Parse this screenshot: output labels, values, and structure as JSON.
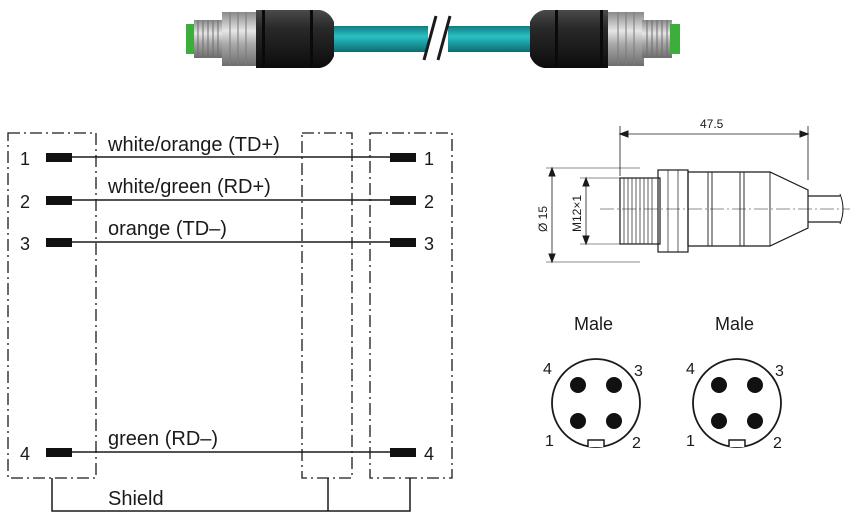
{
  "wiring": {
    "wires": [
      {
        "pin_left": "1",
        "label": "white/orange (TD+)",
        "pin_right": "1"
      },
      {
        "pin_left": "2",
        "label": "white/green (RD+)",
        "pin_right": "2"
      },
      {
        "pin_left": "3",
        "label": "orange (TD–)",
        "pin_right": "3"
      },
      {
        "pin_left": "4",
        "label": "green (RD–)",
        "pin_right": "4"
      }
    ],
    "shield_label": "Shield"
  },
  "dimensions": {
    "length": "47.5",
    "diameter": "Ø 15",
    "thread": "M12×1"
  },
  "connector_faces": [
    {
      "title": "Male",
      "pins": {
        "top_left": "4",
        "top_right": "3",
        "bottom_left": "1",
        "bottom_right": "2"
      }
    },
    {
      "title": "Male",
      "pins": {
        "top_left": "4",
        "top_right": "3",
        "bottom_left": "1",
        "bottom_right": "2"
      }
    }
  ],
  "colors": {
    "cable": "#1aa3a8",
    "cable_dark": "#0e7d82",
    "boot": "#1e1e1e",
    "metal": "#b9b9b9",
    "seal": "#3cae3c",
    "line": "#1a1a1a"
  }
}
